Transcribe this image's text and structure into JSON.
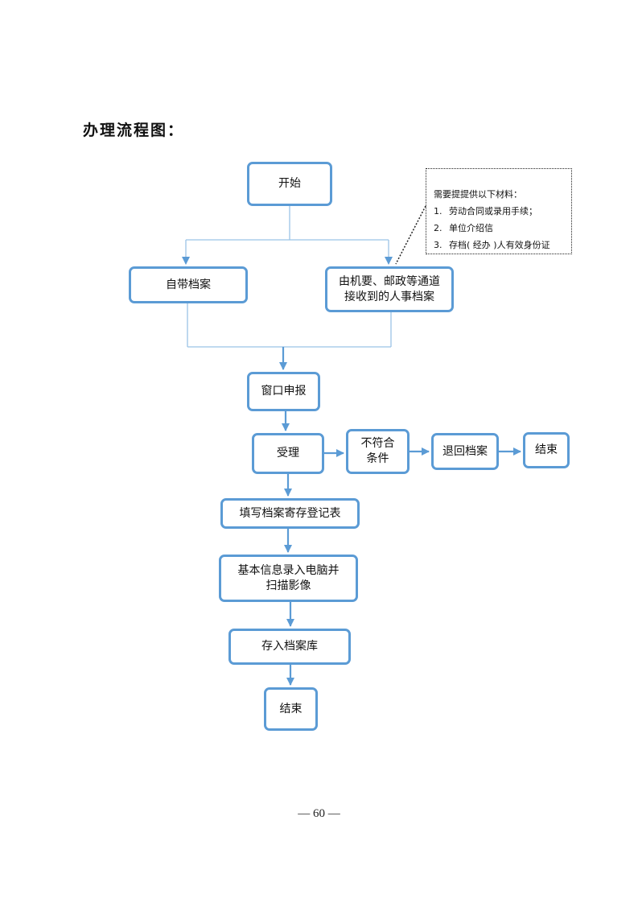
{
  "title": "办理流程图：",
  "nodes": {
    "start": "开始",
    "self_carry": "自带档案",
    "channel": [
      "由机要、邮政等通道",
      "接收到的人事档案"
    ],
    "window": "窗口申报",
    "accept": "受理",
    "fail": [
      "不符合",
      "条件"
    ],
    "return": "退回档案",
    "end_return": "结束",
    "fill": "填写档案寄存登记表",
    "input": [
      "基本信息录入电脑并",
      "扫描影像"
    ],
    "store": "存入档案库",
    "end": "结束"
  },
  "note": {
    "heading": "需要提提供以下材料：",
    "items": [
      {
        "num": "1.",
        "text": "劳动合同或录用手续；"
      },
      {
        "num": "2.",
        "text": "单位介绍信"
      },
      {
        "num": "3.",
        "text": "存档(  经办 )人有效身份证"
      }
    ]
  },
  "footer": "— 60 —",
  "colors": {
    "node_border": "#5b9bd5",
    "connector": "#5b9bd5",
    "note_border": "#222222"
  }
}
